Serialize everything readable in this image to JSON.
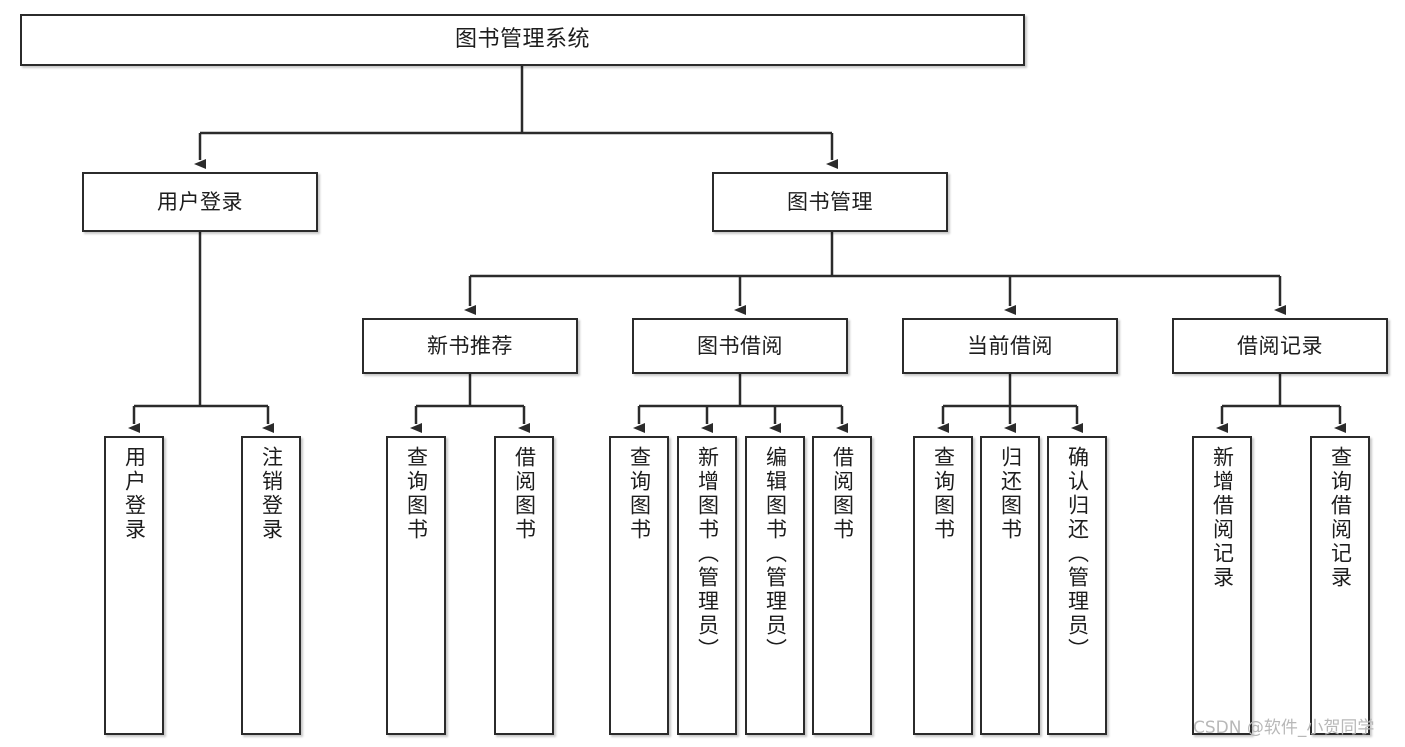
{
  "diagram": {
    "title": "图书管理系统",
    "type": "hierarchy-tree",
    "watermark": "CSDN @软件_小贺同学",
    "colors": {
      "box_border": "#2b2b2b",
      "box_fill": "#ffffff",
      "connector": "#2b2b2b",
      "text": "#1d1d1d",
      "watermark": "#b8b8b8"
    },
    "nodes": {
      "root": {
        "label": "图书管理系统"
      },
      "level2": [
        {
          "label": "用户登录"
        },
        {
          "label": "图书管理"
        }
      ],
      "level3": [
        {
          "label": "新书推荐"
        },
        {
          "label": "图书借阅"
        },
        {
          "label": "当前借阅"
        },
        {
          "label": "借阅记录"
        }
      ],
      "leaves": {
        "user_login": [
          {
            "label": "用户登录"
          },
          {
            "label": "注销登录"
          }
        ],
        "new_book_recommend": [
          {
            "label": "查询图书"
          },
          {
            "label": "借阅图书"
          }
        ],
        "book_borrow": [
          {
            "label": "查询图书"
          },
          {
            "label": "新增图书（管理员）"
          },
          {
            "label": "编辑图书（管理员）"
          },
          {
            "label": "借阅图书"
          }
        ],
        "current_borrow": [
          {
            "label": "查询图书"
          },
          {
            "label": "归还图书"
          },
          {
            "label": "确认归还（管理员）"
          }
        ],
        "borrow_record": [
          {
            "label": "新增借阅记录"
          },
          {
            "label": "查询借阅记录"
          }
        ]
      }
    }
  }
}
